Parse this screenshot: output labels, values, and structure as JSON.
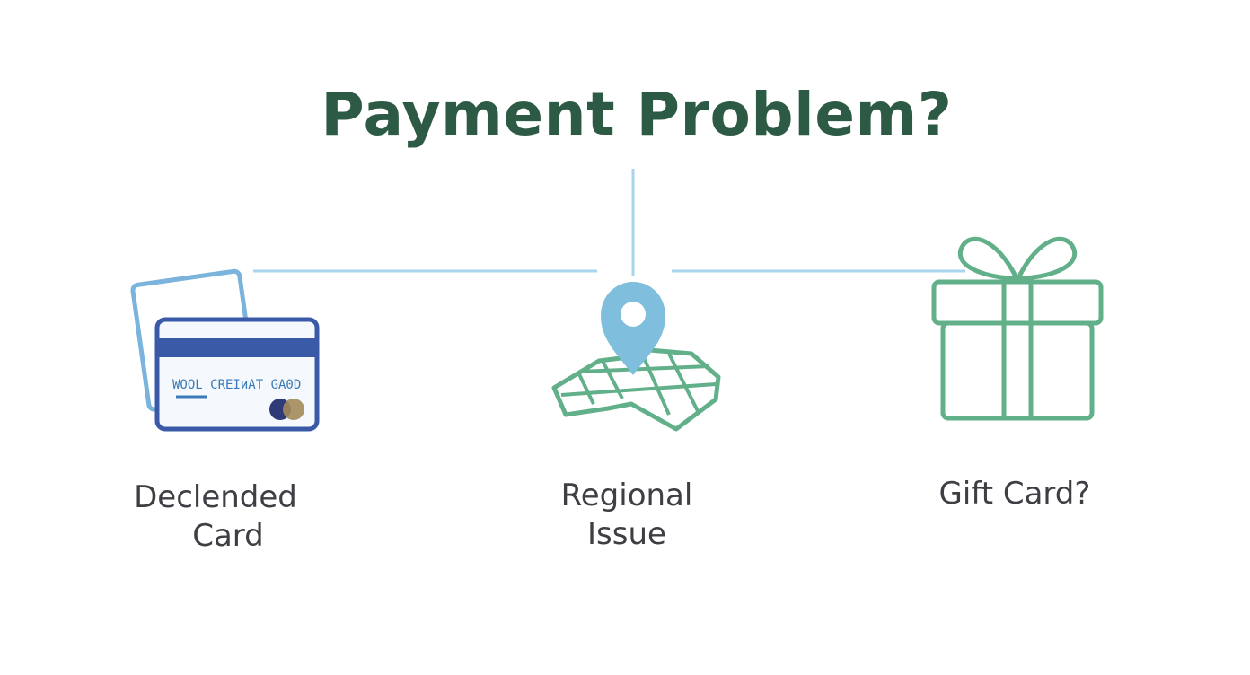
{
  "title": "Payment Problem?",
  "colors": {
    "title": "#2d5a45",
    "connector": "#a8d4ec",
    "card_blue": "#3a5aa8",
    "card_back": "#7ab4dc",
    "pin_blue": "#7fbfdd",
    "green": "#62b08a",
    "label_text": "#3d3f44"
  },
  "nodes": [
    {
      "icon": "credit-card-icon",
      "card_text": "WOOL CREIиAT GA0D",
      "label_lines": [
        "Declended",
        "Card"
      ]
    },
    {
      "icon": "map-pin-icon",
      "label_lines": [
        "Regional",
        "Issue"
      ]
    },
    {
      "icon": "gift-box-icon",
      "label_lines": [
        "Gift Card?"
      ]
    }
  ]
}
